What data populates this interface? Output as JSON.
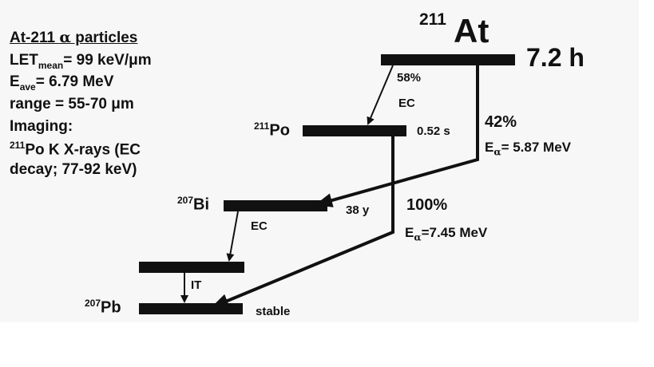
{
  "info": {
    "title_text": "At-211 ",
    "title_alpha": "α",
    "title_tail": " particles",
    "let_main": "LET",
    "let_sub": "mean",
    "let_value": "= 99 keV/μm",
    "eave_main": "E",
    "eave_sub": "ave",
    "eave_value": "= 6.79 MeV",
    "range": "range = 55-70 μm",
    "imaging": "Imaging:",
    "xray_mass": "211",
    "xray_line1": "Po K X-rays (EC",
    "xray_line2": "decay; 77-92 keV)"
  },
  "levels": {
    "at211": {
      "mass": "211",
      "symbol": "At",
      "halflife": "7.2 h"
    },
    "po211": {
      "mass": "211",
      "symbol": "Po",
      "halflife": "0.52 s"
    },
    "bi207": {
      "mass": "207",
      "symbol": "Bi",
      "halflife": "38 y"
    },
    "pb207": {
      "mass": "207",
      "symbol": "Pb",
      "halflife": "stable"
    }
  },
  "transitions": {
    "at_to_po": {
      "percent": "58%",
      "mode": "EC"
    },
    "at_to_bi": {
      "percent": "42%",
      "energy_main": "E",
      "energy_sub": "α",
      "energy_value": "= 5.87 MeV"
    },
    "po_to_pb": {
      "percent": "100%",
      "energy_main": "E",
      "energy_sub": "α",
      "energy_value": "=7.45 MeV"
    },
    "bi_to_isomer": {
      "mode": "EC"
    },
    "isomer_to_pb": {
      "mode": "IT"
    }
  },
  "colors": {
    "ink": "#111111",
    "panel": "#f7f7f7"
  }
}
